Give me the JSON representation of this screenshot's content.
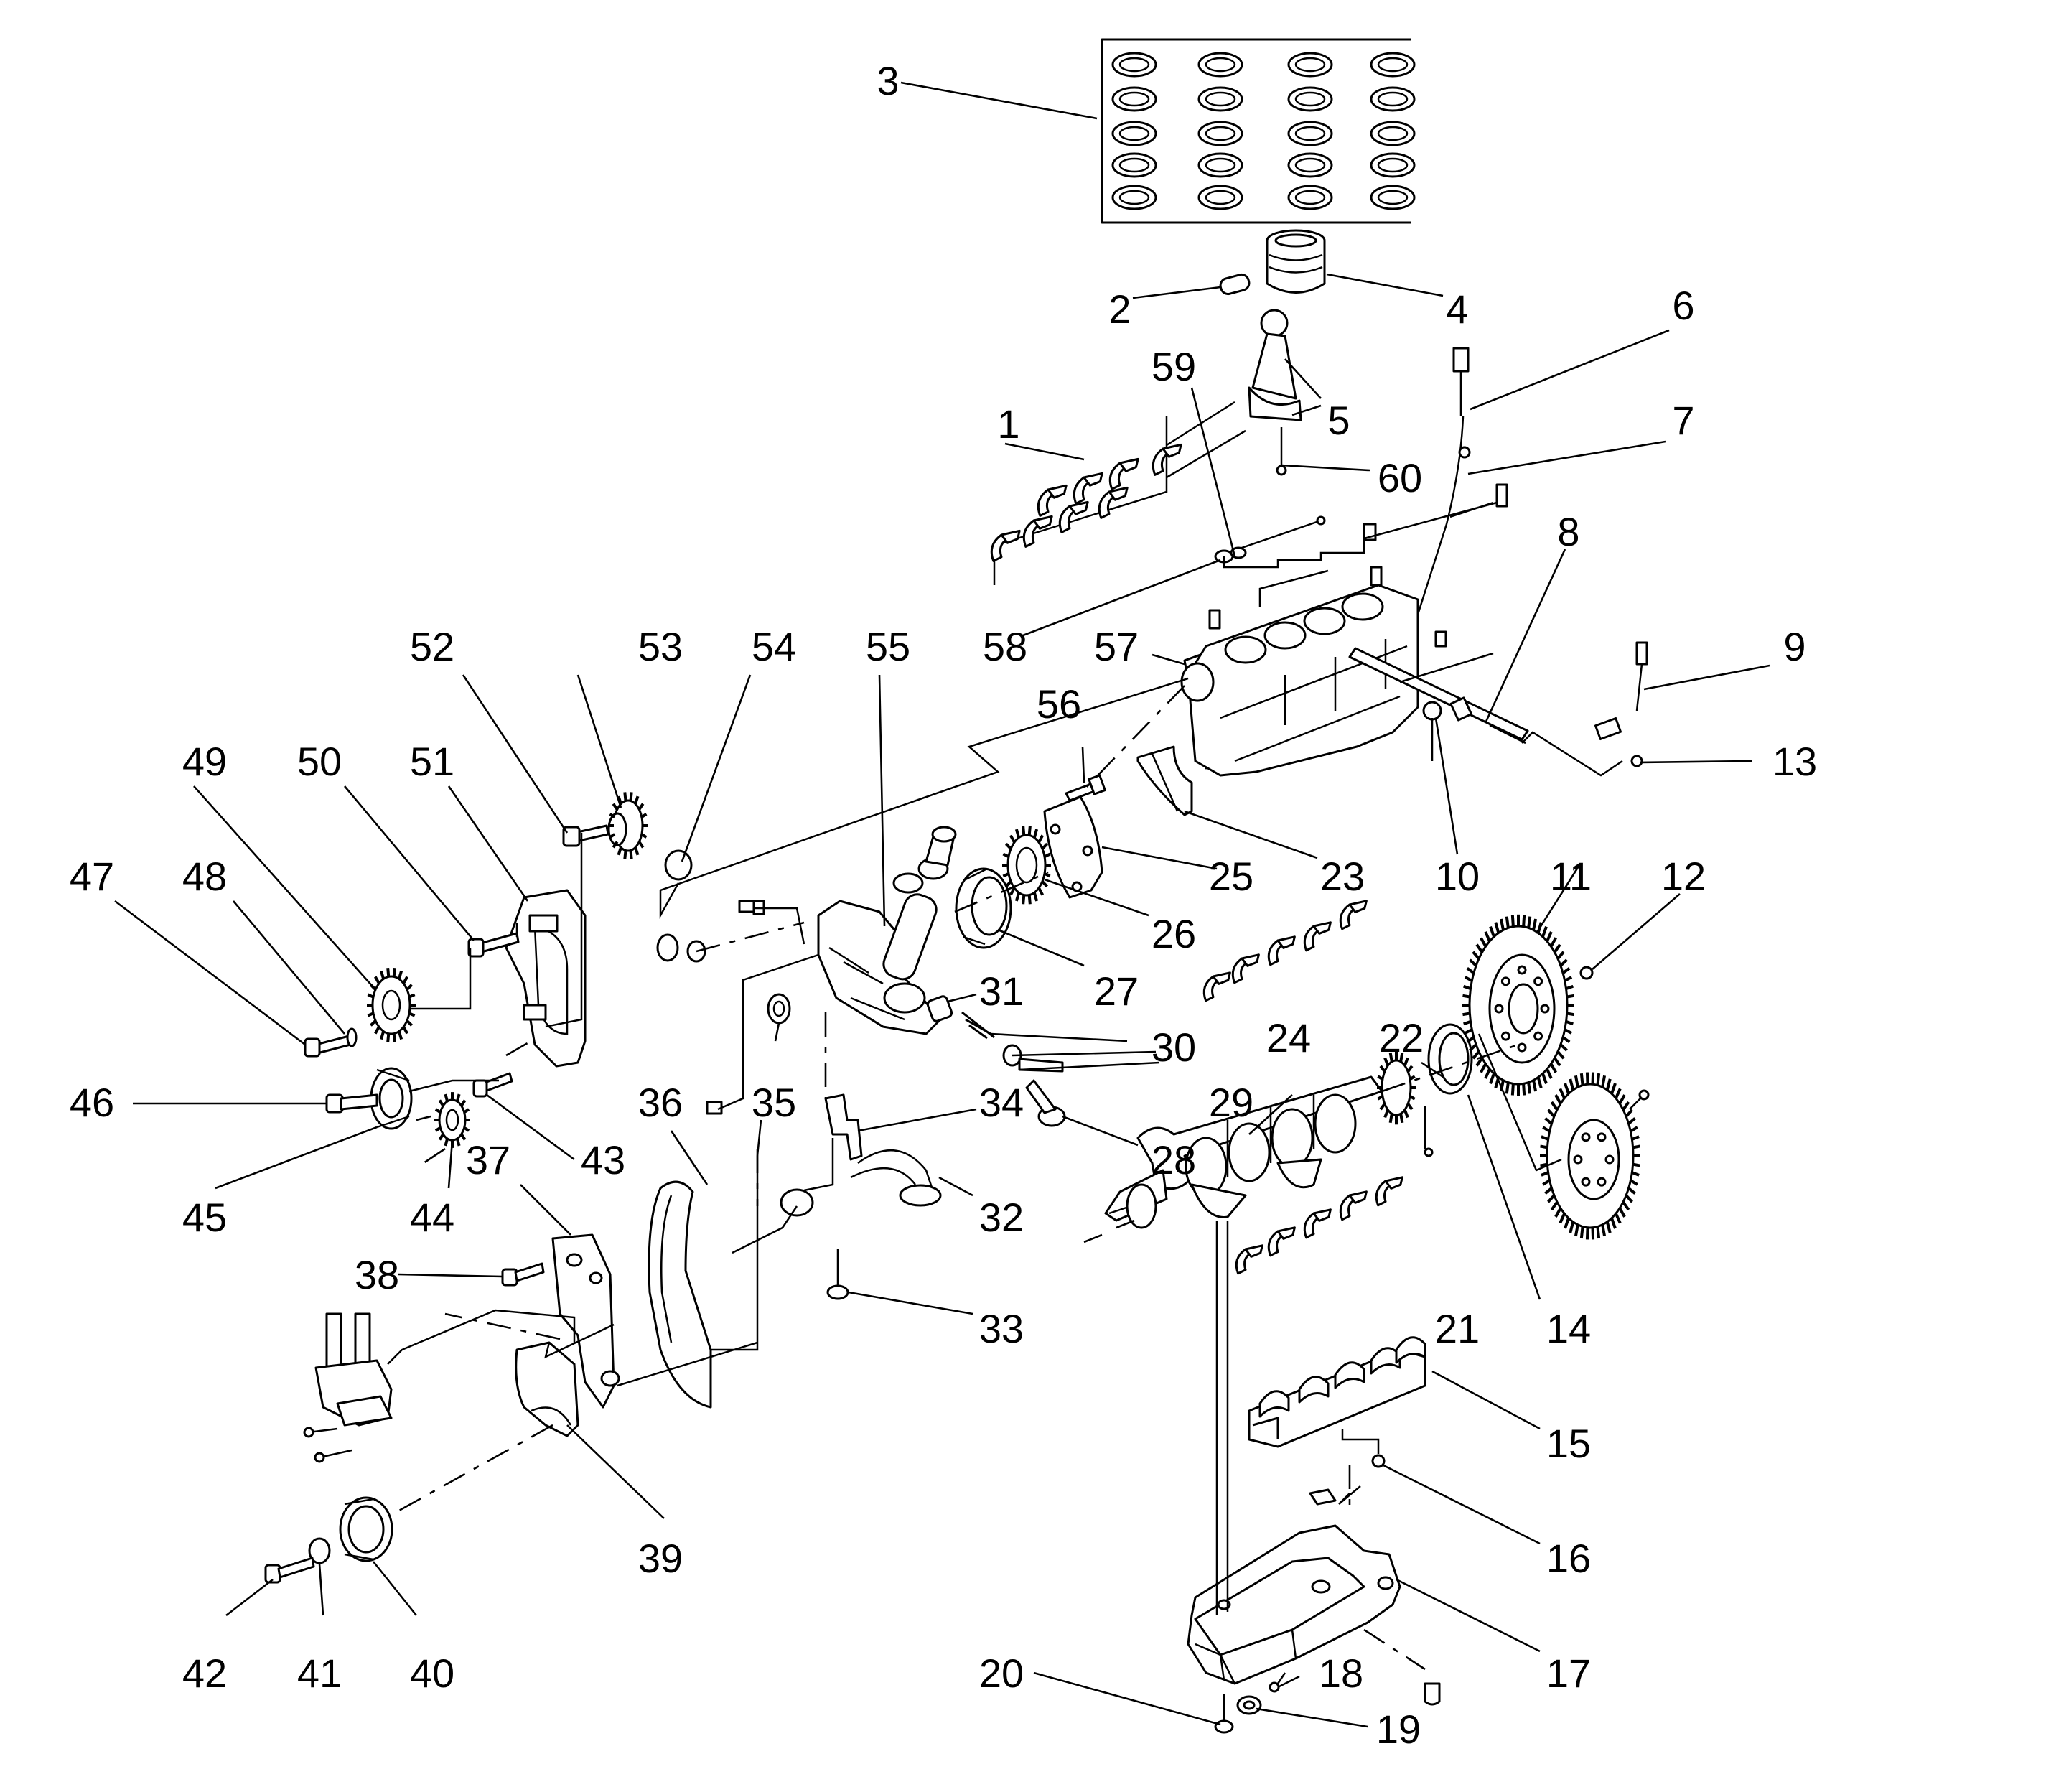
{
  "diagram": {
    "callouts": [
      {
        "id": "1",
        "text": "1"
      },
      {
        "id": "2",
        "text": "2"
      },
      {
        "id": "3",
        "text": "3"
      },
      {
        "id": "4",
        "text": "4"
      },
      {
        "id": "5",
        "text": "5"
      },
      {
        "id": "6",
        "text": "6"
      },
      {
        "id": "7",
        "text": "7"
      },
      {
        "id": "8",
        "text": "8"
      },
      {
        "id": "9",
        "text": "9"
      },
      {
        "id": "10",
        "text": "10"
      },
      {
        "id": "11",
        "text": "11"
      },
      {
        "id": "12",
        "text": "12"
      },
      {
        "id": "13",
        "text": "13"
      },
      {
        "id": "14",
        "text": "14"
      },
      {
        "id": "15",
        "text": "15"
      },
      {
        "id": "16",
        "text": "16"
      },
      {
        "id": "17",
        "text": "17"
      },
      {
        "id": "18",
        "text": "18"
      },
      {
        "id": "19",
        "text": "19"
      },
      {
        "id": "20",
        "text": "20"
      },
      {
        "id": "21",
        "text": "21"
      },
      {
        "id": "22",
        "text": "22"
      },
      {
        "id": "23",
        "text": "23"
      },
      {
        "id": "24",
        "text": "24"
      },
      {
        "id": "25",
        "text": "25"
      },
      {
        "id": "26",
        "text": "26"
      },
      {
        "id": "27",
        "text": "27"
      },
      {
        "id": "28",
        "text": "28"
      },
      {
        "id": "29",
        "text": "29"
      },
      {
        "id": "30",
        "text": "30"
      },
      {
        "id": "31",
        "text": "31"
      },
      {
        "id": "32",
        "text": "32"
      },
      {
        "id": "33",
        "text": "33"
      },
      {
        "id": "34",
        "text": "34"
      },
      {
        "id": "35",
        "text": "35"
      },
      {
        "id": "36",
        "text": "36"
      },
      {
        "id": "37",
        "text": "37"
      },
      {
        "id": "38",
        "text": "38"
      },
      {
        "id": "39",
        "text": "39"
      },
      {
        "id": "40",
        "text": "40"
      },
      {
        "id": "41",
        "text": "41"
      },
      {
        "id": "42",
        "text": "42"
      },
      {
        "id": "43",
        "text": "43"
      },
      {
        "id": "44",
        "text": "44"
      },
      {
        "id": "45",
        "text": "45"
      },
      {
        "id": "46",
        "text": "46"
      },
      {
        "id": "47",
        "text": "47"
      },
      {
        "id": "48",
        "text": "48"
      },
      {
        "id": "49",
        "text": "49"
      },
      {
        "id": "50",
        "text": "50"
      },
      {
        "id": "51",
        "text": "51"
      },
      {
        "id": "52",
        "text": "52"
      },
      {
        "id": "53",
        "text": "53"
      },
      {
        "id": "54",
        "text": "54"
      },
      {
        "id": "55",
        "text": "55"
      },
      {
        "id": "56",
        "text": "56"
      },
      {
        "id": "57",
        "text": "57"
      },
      {
        "id": "58",
        "text": "58"
      },
      {
        "id": "59",
        "text": "59"
      },
      {
        "id": "60",
        "text": "60"
      }
    ]
  }
}
